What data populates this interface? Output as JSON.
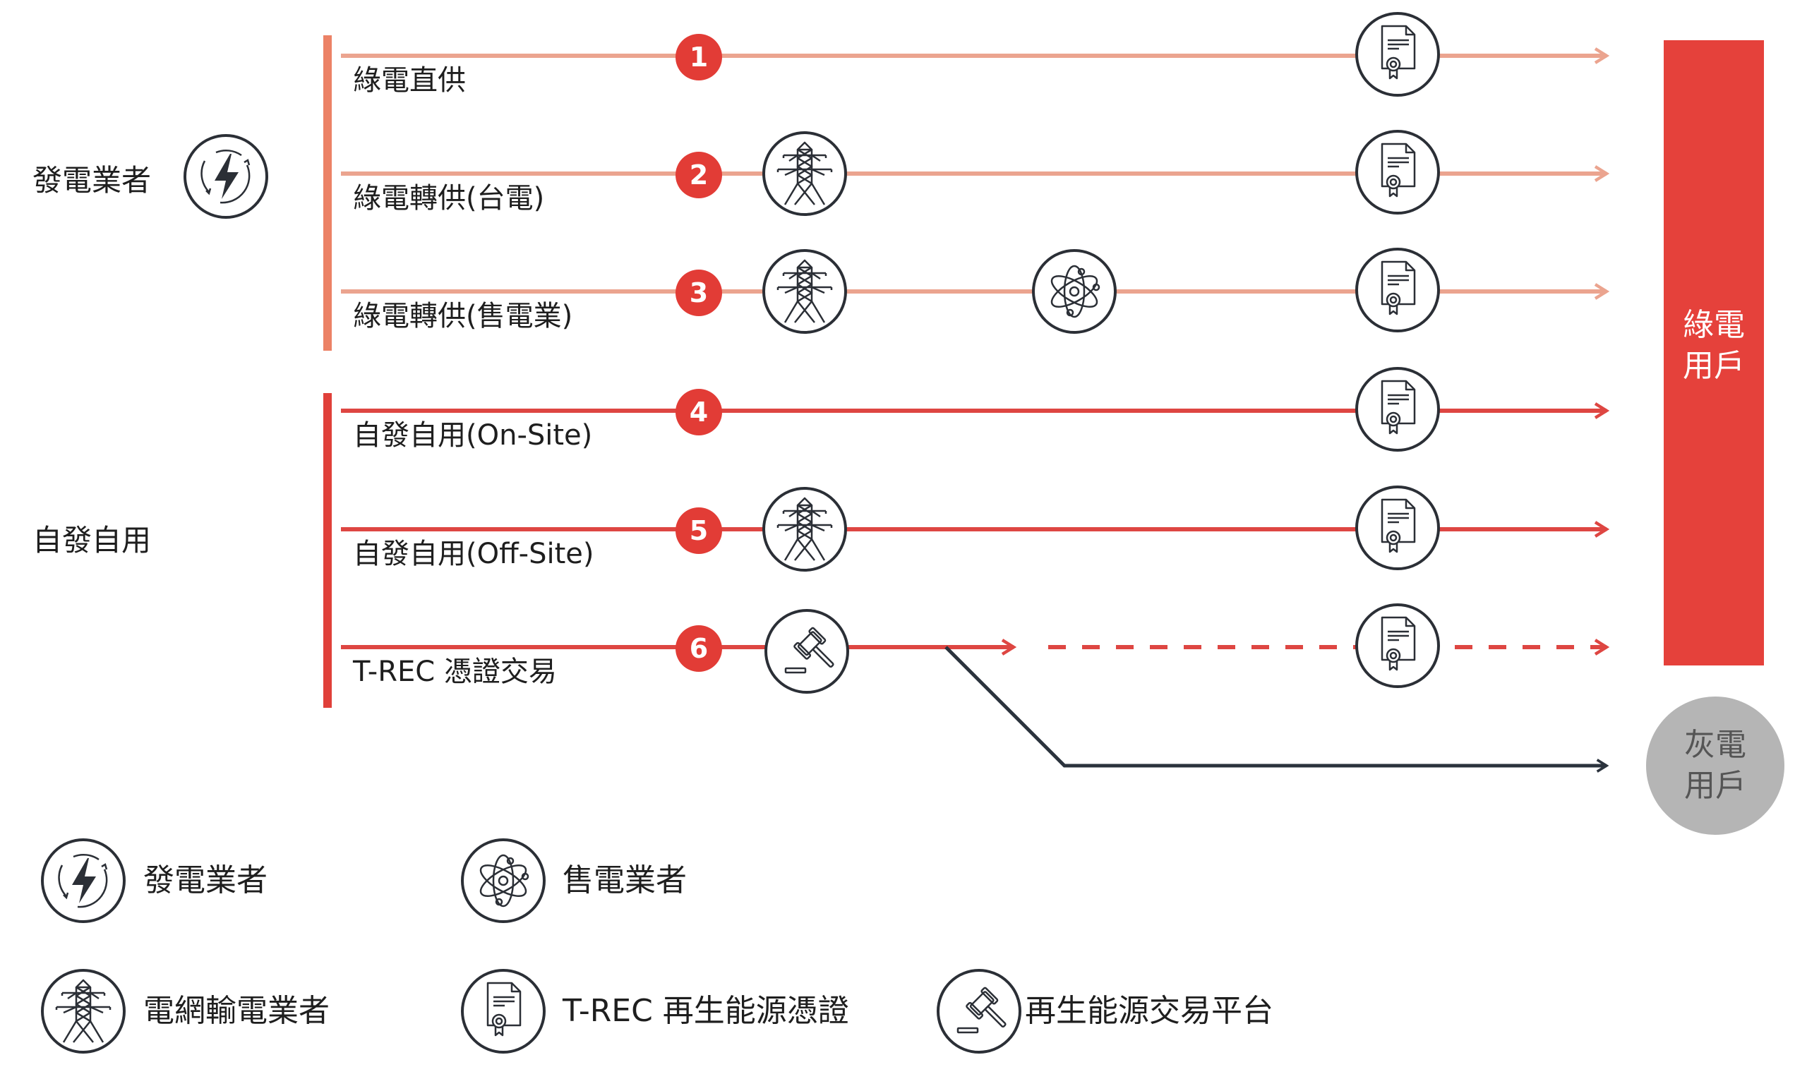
{
  "colors": {
    "light_line": "#eba48f",
    "light_bar": "#ec8266",
    "red_line": "#de4642",
    "red_bar": "#e0403a",
    "badge": "#e23c36",
    "badge_text": "#ffffff",
    "icon_stroke": "#2b2f36",
    "gray_line": "#2b333d",
    "green_user_box": "#e5413b",
    "gray_user_circle": "#b5b5b5"
  },
  "groups": [
    {
      "label": "發電業者",
      "icon": "power-generator-icon"
    },
    {
      "label": "自發自用"
    }
  ],
  "routes": [
    {
      "number": "1",
      "label": "綠電直供",
      "group": 0,
      "style": "light",
      "icons": [
        "certificate-icon"
      ]
    },
    {
      "number": "2",
      "label": "綠電轉供(台電)",
      "group": 0,
      "style": "light",
      "icons": [
        "transmission-tower-icon",
        "certificate-icon"
      ]
    },
    {
      "number": "3",
      "label": "綠電轉供(售電業)",
      "group": 0,
      "style": "light",
      "icons": [
        "transmission-tower-icon",
        "atom-icon",
        "certificate-icon"
      ]
    },
    {
      "number": "4",
      "label": "自發自用(On-Site)",
      "group": 1,
      "style": "red",
      "icons": [
        "certificate-icon"
      ]
    },
    {
      "number": "5",
      "label": "自發自用(Off-Site)",
      "group": 1,
      "style": "red",
      "icons": [
        "transmission-tower-icon",
        "certificate-icon"
      ]
    },
    {
      "number": "6",
      "label": "T-REC 憑證交易",
      "group": 1,
      "style": "red-dashed",
      "icons": [
        "gavel-icon",
        "certificate-icon"
      ]
    }
  ],
  "destinations": {
    "green_user": {
      "line1": "綠電",
      "line2": "用戶"
    },
    "gray_user": {
      "line1": "灰電",
      "line2": "用戶"
    }
  },
  "legend": [
    {
      "icon": "power-generator-icon",
      "label": "發電業者"
    },
    {
      "icon": "atom-icon",
      "label": "售電業者"
    },
    {
      "icon": "transmission-tower-icon",
      "label": "電網輸電業者"
    },
    {
      "icon": "certificate-icon",
      "label": "T-REC 再生能源憑證"
    },
    {
      "icon": "gavel-icon",
      "label": "再生能源交易平台"
    }
  ]
}
